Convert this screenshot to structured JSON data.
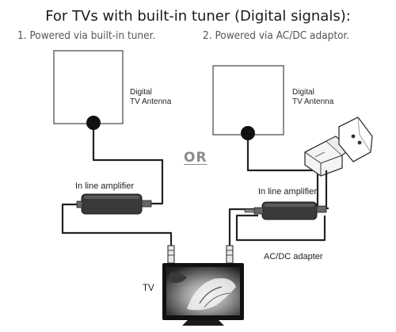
{
  "title": "For TVs with built-in tuner (Digital signals):",
  "option1": {
    "caption": "1. Powered via built-in tuner.",
    "antenna_label_line1": "Digital",
    "antenna_label_line2": "TV Antenna",
    "amplifier_label": "In line amplifier"
  },
  "separator": "OR",
  "option2": {
    "caption": "2. Powered via AC/DC adaptor.",
    "antenna_label_line1": "Digital",
    "antenna_label_line2": "TV Antenna",
    "amplifier_label": "In line amplifier",
    "adapter_label": "AC/DC adapter"
  },
  "tv_label": "TV",
  "colors": {
    "cable": "#222222",
    "amplifier": "#3a3a3a",
    "antenna_border": "#444444",
    "tv_frame": "#111111",
    "separator": "#8a8a8a"
  }
}
